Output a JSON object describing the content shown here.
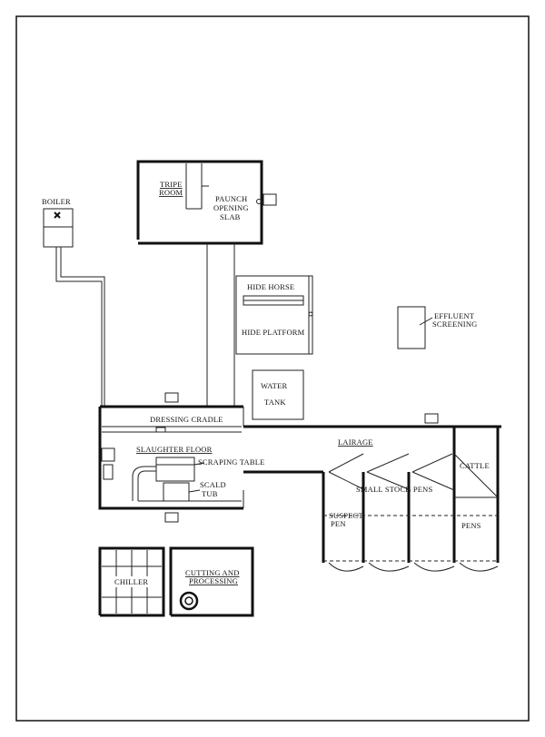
{
  "labels": {
    "boiler": "BOILER",
    "tripe_room_1": "TRIPE",
    "tripe_room_2": "ROOM",
    "paunch_1": "PAUNCH",
    "paunch_2": "OPENING",
    "paunch_3": "SLAB",
    "hide_horse": "HIDE HORSE",
    "hide_platform": "HIDE PLATFORM",
    "effluent_1": "EFFLUENT",
    "effluent_2": "SCREENING",
    "water_1": "WATER",
    "water_2": "TANK",
    "dressing_cradle": "DRESSING CRADLE",
    "slaughter_floor": "SLAUGHTER FLOOR",
    "scraping_table": "SCRAPING TABLE",
    "scald_1": "SCALD",
    "scald_2": "TUB",
    "lairage": "LAIRAGE",
    "cattle_1": "CATTLE",
    "cattle_2": "PENS",
    "small_stock_pens": "SMALL STOCK PENS",
    "suspect_1": "SUSPECT",
    "suspect_2": "PEN",
    "chiller": "CHILLER",
    "cutting_1": "CUTTING AND",
    "cutting_2": "PROCESSING"
  },
  "colors": {
    "ink": "#111111",
    "paper": "#ffffff"
  }
}
